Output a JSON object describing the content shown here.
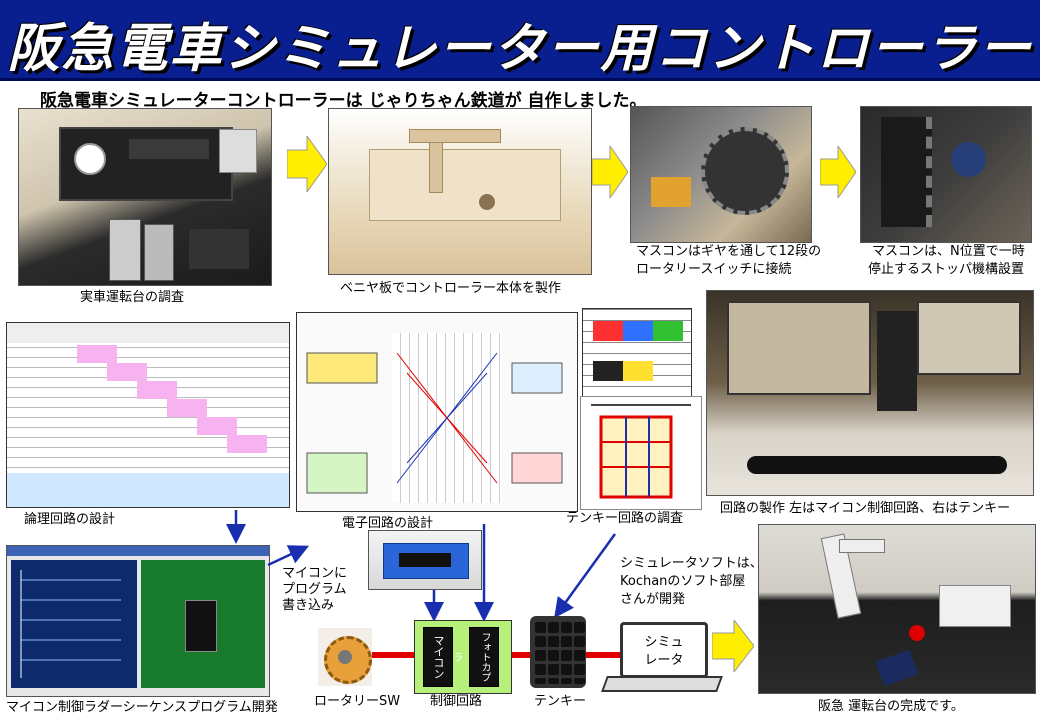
{
  "title": "阪急電車シミュレーター用コントローラー",
  "subtitle": "阪急電車シミュレーターコントローラーは じゃりちゃん鉄道が 自作しました。",
  "captions": {
    "cab_survey": "実車運転台の調査",
    "plywood_body": "ベニヤ板でコントローラー本体を製作",
    "mascon_gear_1": "マスコンはギヤを通して12段の",
    "mascon_gear_2": "ロータリースイッチに接続",
    "mascon_stop_1": "マスコンは、N位置で一時",
    "mascon_stop_2": "停止するストッパ機構設置",
    "logic_design": "論理回路の設計",
    "circuit_design": "電子回路の設計",
    "tenkey_check": "テンキー回路の調査",
    "circuit_build": "回路の製作 左はマイコン制御回路、右はテンキー",
    "mcu_write_1": "マイコンに",
    "mcu_write_2": "プログラム",
    "mcu_write_3": "書き込み",
    "software_1": "シミュレータソフトは、",
    "software_2": "Kochanのソフト部屋",
    "software_3": "さんが開発",
    "ladder_dev": "マイコン制御ラダーシーケンスプログラム開発",
    "rotary_sw": "ロータリーSW",
    "control_circuit": "制御回路",
    "tenkey": "テンキー",
    "completed": "阪急 運転台の完成です。"
  },
  "diagram": {
    "chip_mcu": "マイコン",
    "chip_photocoupler": "フォトカプラ",
    "laptop_1": "シミュ",
    "laptop_2": "レータ"
  },
  "colors": {
    "banner": "#0a1f8f",
    "arrow_yellow": "#ffee00",
    "arrow_blue": "#1a2fb0",
    "wire_red": "#e00000",
    "mcu_green": "#b6f07a"
  }
}
